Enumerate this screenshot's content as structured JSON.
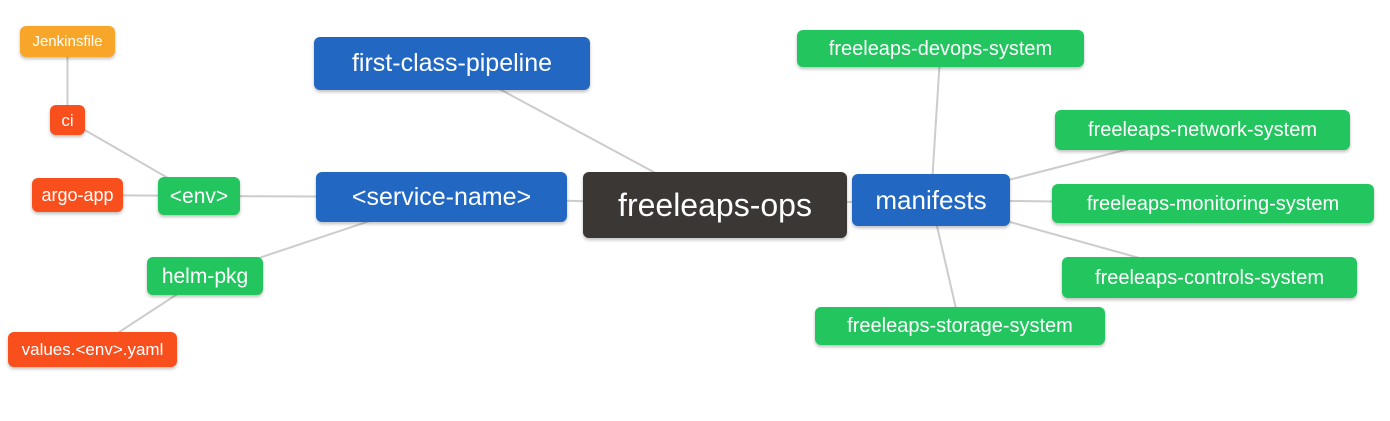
{
  "colors": {
    "background": "#FFFFFF",
    "root_bg": "#3A3735",
    "branch_bg": "#2268C3",
    "green_bg": "#22C55E",
    "orange_bg": "#F8A62A",
    "red_bg": "#F94F1D",
    "text": "#FFFFFF",
    "connector": "#CCCCCC"
  },
  "mindmap": {
    "nodes": [
      {
        "id": "freeleaps-ops",
        "label": "freeleaps-ops",
        "level": "root",
        "color": "root_bg"
      },
      {
        "id": "first-class-pipeline",
        "label": "first-class-pipeline",
        "level": "branch",
        "color": "branch_bg"
      },
      {
        "id": "service-name",
        "label": "<service-name>",
        "level": "branch",
        "color": "branch_bg"
      },
      {
        "id": "manifests",
        "label": "manifests",
        "level": "branch",
        "color": "branch_bg"
      },
      {
        "id": "jenkinsfile",
        "label": "Jenkinsfile",
        "level": "leaf",
        "color": "orange_bg"
      },
      {
        "id": "ci",
        "label": "ci",
        "level": "leaf",
        "color": "red_bg"
      },
      {
        "id": "argo-app",
        "label": "argo-app",
        "level": "leaf",
        "color": "red_bg"
      },
      {
        "id": "env",
        "label": "<env>",
        "level": "leaf",
        "color": "green_bg"
      },
      {
        "id": "helm-pkg",
        "label": "helm-pkg",
        "level": "leaf",
        "color": "green_bg"
      },
      {
        "id": "values-env-yaml",
        "label": "values.<env>.yaml",
        "level": "leaf",
        "color": "red_bg"
      },
      {
        "id": "freeleaps-devops-system",
        "label": "freeleaps-devops-system",
        "level": "leaf",
        "color": "green_bg"
      },
      {
        "id": "freeleaps-network-system",
        "label": "freeleaps-network-system",
        "level": "leaf",
        "color": "green_bg"
      },
      {
        "id": "freeleaps-monitoring-system",
        "label": "freeleaps-monitoring-system",
        "level": "leaf",
        "color": "green_bg"
      },
      {
        "id": "freeleaps-controls-system",
        "label": "freeleaps-controls-system",
        "level": "leaf",
        "color": "green_bg"
      },
      {
        "id": "freeleaps-storage-system",
        "label": "freeleaps-storage-system",
        "level": "leaf",
        "color": "green_bg"
      }
    ],
    "edges": [
      [
        "jenkinsfile",
        "ci"
      ],
      [
        "ci",
        "env"
      ],
      [
        "argo-app",
        "env"
      ],
      [
        "env",
        "service-name"
      ],
      [
        "helm-pkg",
        "service-name"
      ],
      [
        "values-env-yaml",
        "helm-pkg"
      ],
      [
        "first-class-pipeline",
        "freeleaps-ops"
      ],
      [
        "service-name",
        "freeleaps-ops"
      ],
      [
        "freeleaps-ops",
        "manifests"
      ],
      [
        "manifests",
        "freeleaps-devops-system"
      ],
      [
        "manifests",
        "freeleaps-network-system"
      ],
      [
        "manifests",
        "freeleaps-monitoring-system"
      ],
      [
        "manifests",
        "freeleaps-controls-system"
      ],
      [
        "manifests",
        "freeleaps-storage-system"
      ]
    ]
  }
}
